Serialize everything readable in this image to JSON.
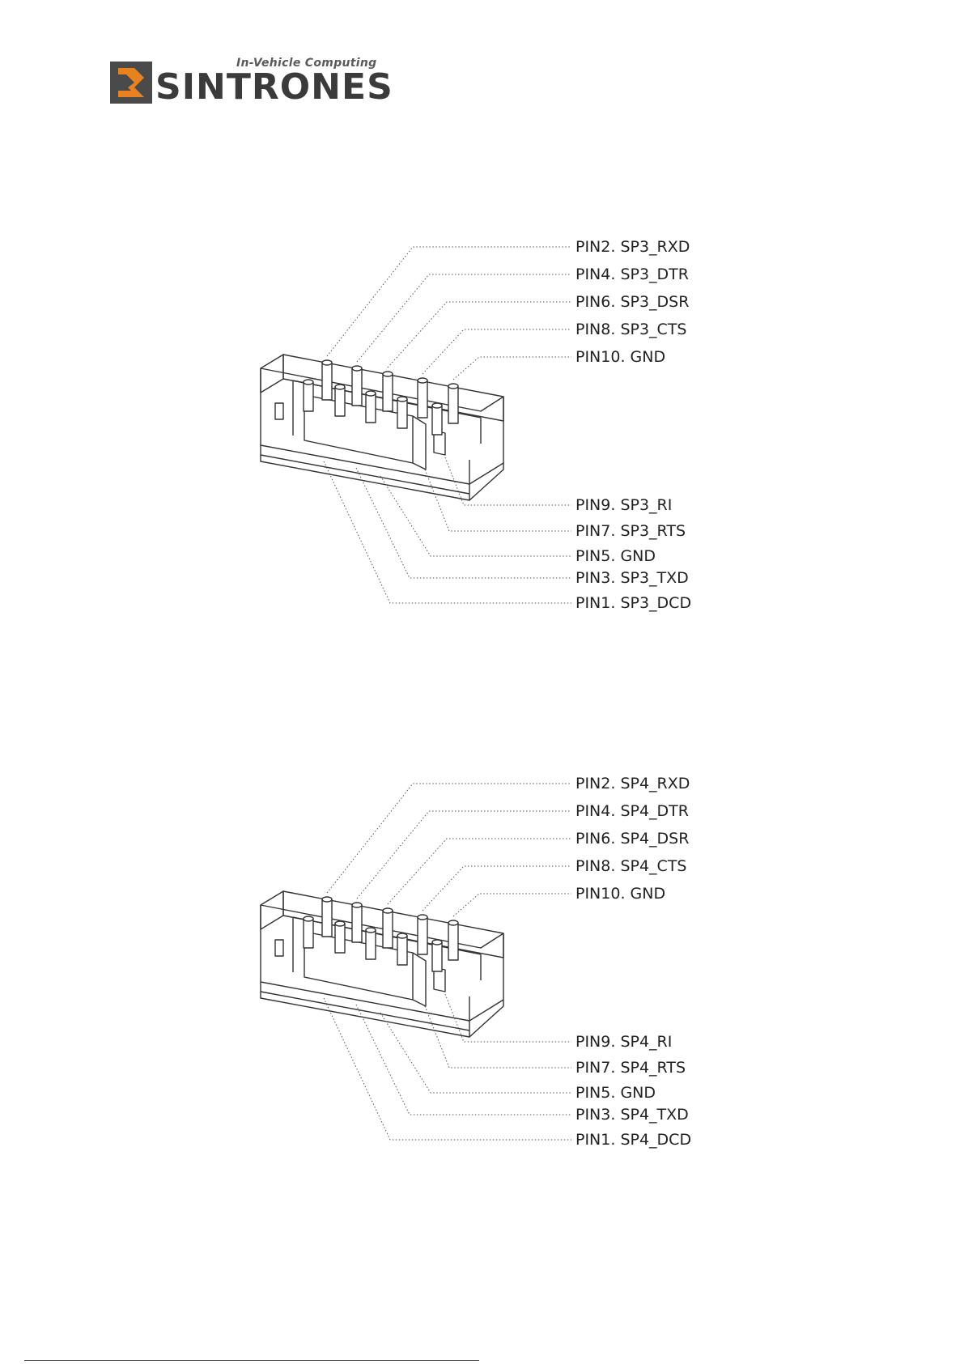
{
  "logo": {
    "tagline": "In-Vehicle Computing",
    "wordmark": "SINTRONES",
    "accent_color": "#e8811f",
    "dark_color": "#3b3b3b"
  },
  "diagrams": [
    {
      "labels_top": [
        "PIN2. SP3_RXD",
        "PIN4. SP3_DTR",
        "PIN6. SP3_DSR",
        "PIN8. SP3_CTS",
        "PIN10. GND"
      ],
      "labels_bottom": [
        "PIN9. SP3_RI",
        "PIN7. SP3_RTS",
        "PIN5. GND",
        "PIN3. SP3_TXD",
        "PIN1. SP3_DCD"
      ]
    },
    {
      "labels_top": [
        "PIN2. SP4_RXD",
        "PIN4. SP4_DTR",
        "PIN6. SP4_DSR",
        "PIN8. SP4_CTS",
        "PIN10. GND"
      ],
      "labels_bottom": [
        "PIN9. SP4_RI",
        "PIN7. SP4_RTS",
        "PIN5. GND",
        "PIN3. SP4_TXD",
        "PIN1. SP4_DCD"
      ]
    }
  ]
}
